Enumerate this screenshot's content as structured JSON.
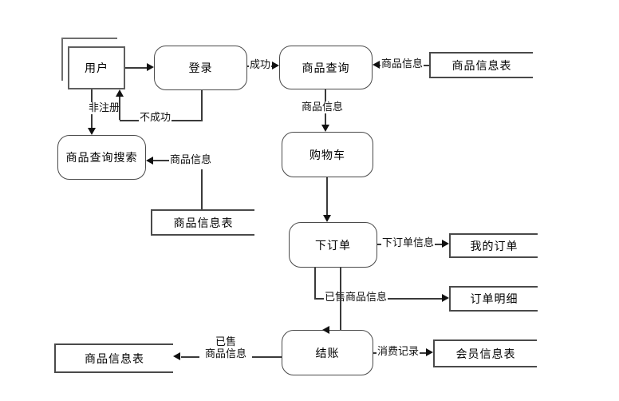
{
  "diagram": {
    "title": "shopping-system-data-flow-diagram",
    "colors": {
      "line": "#3a3a3a",
      "border": "#4a4a4a",
      "arrow": "#111111",
      "background": "#ffffff"
    },
    "nodes": {
      "user": {
        "label": "用户",
        "type": "external-entity"
      },
      "login": {
        "label": "登录",
        "type": "process"
      },
      "product_query": {
        "label": "商品查询",
        "type": "process"
      },
      "product_search": {
        "label": "商品查询搜索",
        "type": "process"
      },
      "cart": {
        "label": "购物车",
        "type": "process"
      },
      "place_order": {
        "label": "下订单",
        "type": "process"
      },
      "checkout": {
        "label": "结账",
        "type": "process"
      },
      "product_table_top": {
        "label": "商品信息表",
        "type": "data-store"
      },
      "product_table_mid": {
        "label": "商品信息表",
        "type": "data-store"
      },
      "my_orders": {
        "label": "我的订单",
        "type": "data-store"
      },
      "order_detail": {
        "label": "订单明细",
        "type": "data-store"
      },
      "member_table": {
        "label": "会员信息表",
        "type": "data-store"
      },
      "product_table_bottom": {
        "label": "商品信息表",
        "type": "data-store"
      }
    },
    "edge_labels": {
      "success": "成功",
      "fail": "不成功",
      "unregistered": "非注册",
      "product_info_to_query": "商品信息",
      "product_info_to_cart": "商品信息",
      "product_info_to_search": "商品信息",
      "order_info": "下订单信息",
      "sold_product_info": "已售商品信息",
      "consume_record": "消费记录",
      "sold_line1": "已售",
      "sold_line2": "商品信息"
    }
  }
}
